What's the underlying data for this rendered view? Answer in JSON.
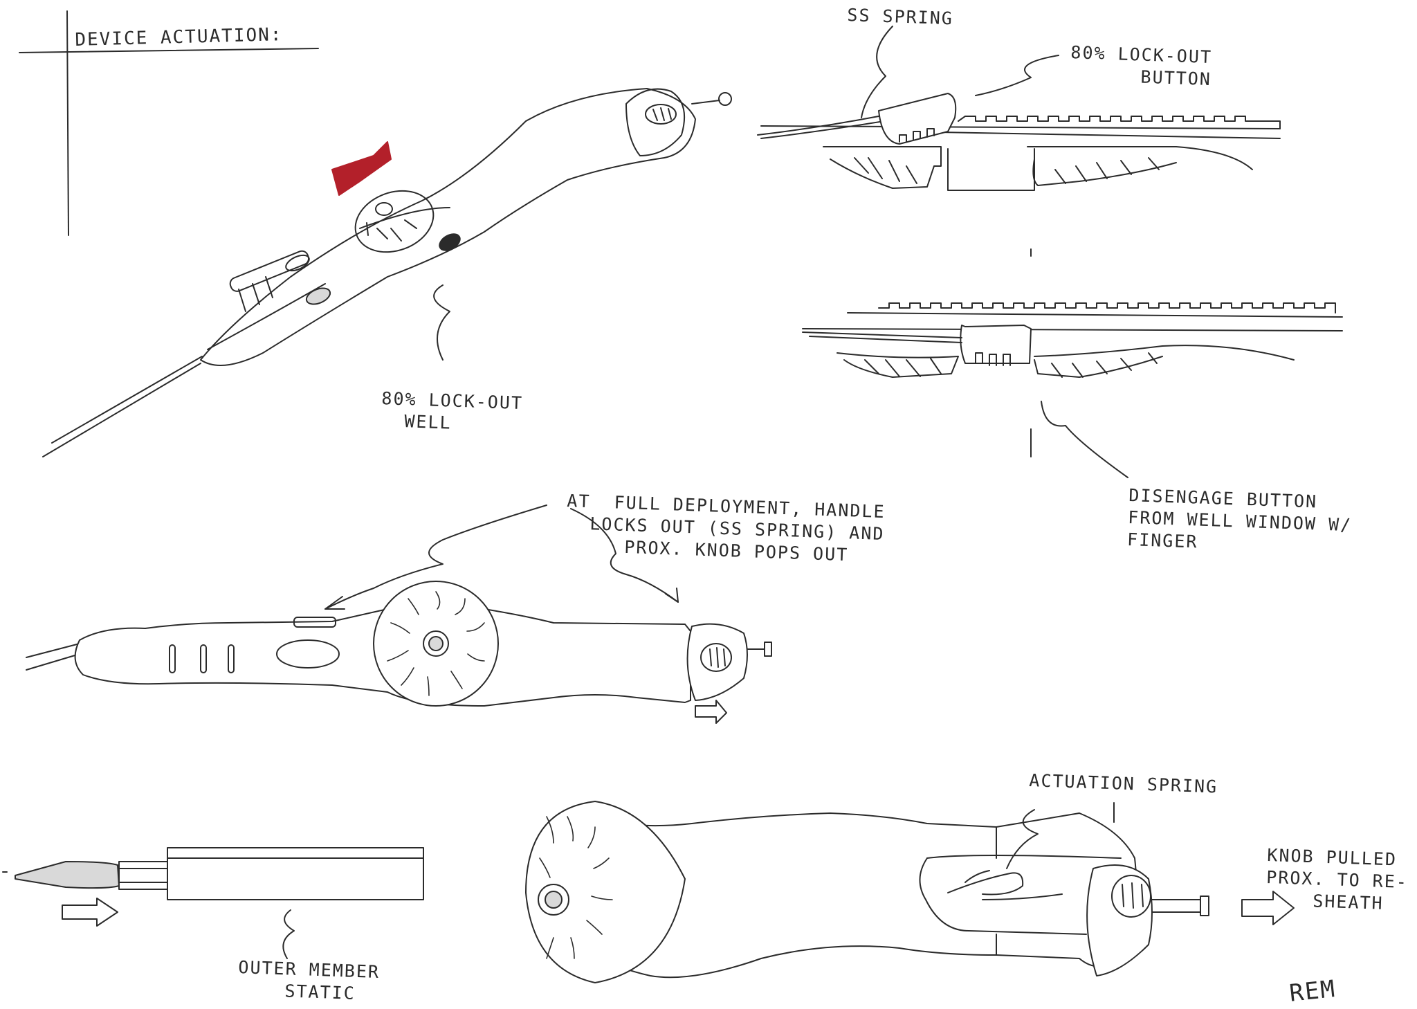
{
  "title": "DEVICE ACTUATION:",
  "labels": {
    "ss_spring": "SS SPRING",
    "lockout_button": "80% LOCK-OUT\n      BUTTON",
    "lockout_well": "80% LOCK-OUT\n  WELL",
    "disengage": "DISENGAGE BUTTON\nFROM WELL WINDOW W/\nFINGER",
    "full_deployment": "AT  FULL DEPLOYMENT, HANDLE\n  LOCKS OUT (SS SPRING) AND\n     PROX. KNOB POPS OUT",
    "actuation_spring": "ACTUATION SPRING",
    "outer_member": "OUTER MEMBER\n    STATIC",
    "knob_pulled": "KNOB PULLED\nPROX. TO RE-\n    SHEATH",
    "signature": "REM"
  },
  "colors": {
    "ink": "#2b2b2b",
    "arrow_red": "#b3202a",
    "paper": "#ffffff",
    "shade": "#d9d9d9"
  }
}
